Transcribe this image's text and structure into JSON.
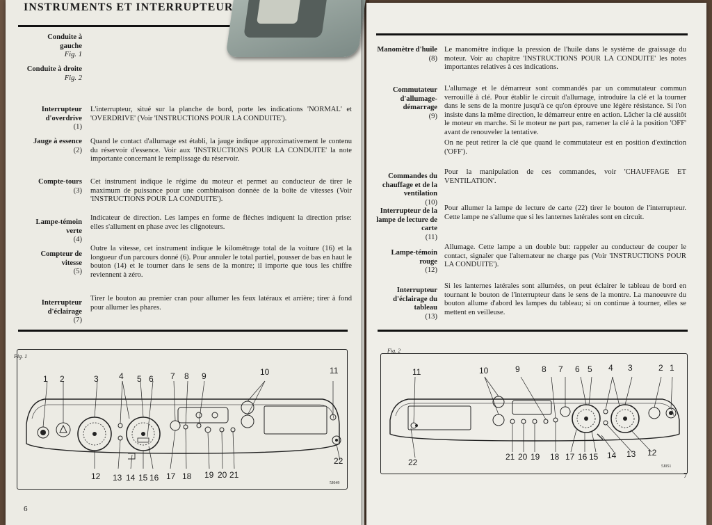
{
  "left_page": {
    "header": "INSTRUMENTS ET INTERRUPTEURS",
    "sections": [
      {
        "label": "Conduite à gauche",
        "fig": "Fig. 1",
        "text": ""
      },
      {
        "label": "Conduite à droite",
        "fig": "Fig. 2",
        "text": ""
      },
      {
        "label": "Interrupteur d'overdrive",
        "num": "(1)",
        "text": "L'interrupteur, situé sur la planche de bord, porte les indications 'NORMAL' et 'OVERDRIVE' (Voir 'INSTRUCTIONS POUR LA CONDUITE')."
      },
      {
        "label": "Jauge à essence",
        "num": "(2)",
        "text": "Quand le contact d'allumage est établi, la jauge indique approximativement le contenu du réservoir d'essence. Voir aux 'INSTRUCTIONS POUR LA CONDUITE' la note importante concernant le remplissage du réservoir."
      },
      {
        "label": "Compte-tours",
        "num": "(3)",
        "text": "Cet instrument indique le régime du moteur et permet au conducteur de tirer le maximum de puissance pour une combinaison donnée de la boîte de vitesses (Voir 'INSTRUCTIONS POUR LA CONDUITE')."
      },
      {
        "label": "Lampe-témoin verte",
        "num": "(4)",
        "text": "Indicateur de direction. Les lampes en forme de flèches indiquent la direction prise: elles s'allument en phase avec les clignoteurs."
      },
      {
        "label": "Compteur de vitesse",
        "num": "(5)",
        "text": "Outre la vitesse, cet instrument indique le kilométrage total de la voiture (16) et la longueur d'un parcours donné (6). Pour annuler le total partiel, pousser de bas en haut le bouton (14) et le tourner dans le sens de la montre; il importe que tous les chiffre reviennent à zéro."
      },
      {
        "label": "Interrupteur d'éclairage",
        "num": "(7)",
        "text": "Tirer le bouton au premier cran pour allumer les feux latéraux et arrière; tirer à fond pour allumer les phares."
      }
    ],
    "figure_label": "Fig. 1",
    "figure_code": "5J049",
    "callouts_top": [
      "1",
      "2",
      "3",
      "4",
      "5",
      "6",
      "7",
      "8",
      "9",
      "10",
      "11"
    ],
    "callouts_bottom": [
      "12",
      "13",
      "14",
      "15",
      "16",
      "17",
      "18",
      "19",
      "20",
      "21",
      "22"
    ],
    "page_number": "6"
  },
  "right_page": {
    "sections": [
      {
        "label": "Manomètre d'huile",
        "num": "(8)",
        "text": "Le manomètre indique la pression de l'huile dans le système de graissage du moteur. Voir au chapitre 'INSTRUCTIONS POUR LA CONDUITE' les notes importantes relatives à ces indications."
      },
      {
        "label": "Commutateur d'allumage-démarrage",
        "num": "(9)",
        "text": "L'allumage et le démarreur sont commandés par un commutateur commun verrouillé à clé. Pour établir le circuit d'allumage, introduire la clé et la tourner dans le sens de la montre jusqu'à ce qu'on éprouve une légère résistance. Si l'on insiste dans la même direction, le démarreur entre en action. Lâcher la clé aussitôt le moteur en marche. Si le moteur ne part pas, ramener la clé à la position 'OFF' avant de renouveler la tentative.",
        "text2": "On ne peut retirer la clé que quand le commutateur est en position d'extinction ('OFF')."
      },
      {
        "label": "Commandes du chauffage et de la ventilation",
        "num": "(10)",
        "text": "Pour la manipulation de ces commandes, voir 'CHAUFFAGE ET VENTILATION'."
      },
      {
        "label": "Interrupteur de la lampe de lecture de carte",
        "num": "(11)",
        "text": "Pour allumer la lampe de lecture de carte (22) tirer le bouton de l'interrupteur. Cette lampe ne s'allume que si les lanternes latérales sont en circuit."
      },
      {
        "label": "Lampe-témoin rouge",
        "num": "(12)",
        "text": "Allumage. Cette lampe a un double but: rappeler au conducteur de couper le contact, signaler que l'alternateur ne charge pas (Voir 'INSTRUCTIONS POUR LA CONDUITE')."
      },
      {
        "label": "Interrupteur d'éclairage du tableau",
        "num": "(13)",
        "text": "Si les lanternes latérales sont allumées, on peut éclairer le tableau de bord en tournant le bouton de l'interrupteur dans le sens de la montre. La manoeuvre du bouton allume d'abord les lampes du tableau; si on continue à tourner, elles se mettent en veilleuse."
      }
    ],
    "figure_label": "Fig. 2",
    "figure_code": "5J051",
    "callouts_top": [
      "11",
      "10",
      "9",
      "8",
      "7",
      "6",
      "5",
      "4",
      "3",
      "2",
      "1"
    ],
    "callouts_bottom": [
      "22",
      "21",
      "20",
      "19",
      "18",
      "17",
      "16",
      "15",
      "14",
      "13",
      "12"
    ],
    "page_number": "7"
  }
}
